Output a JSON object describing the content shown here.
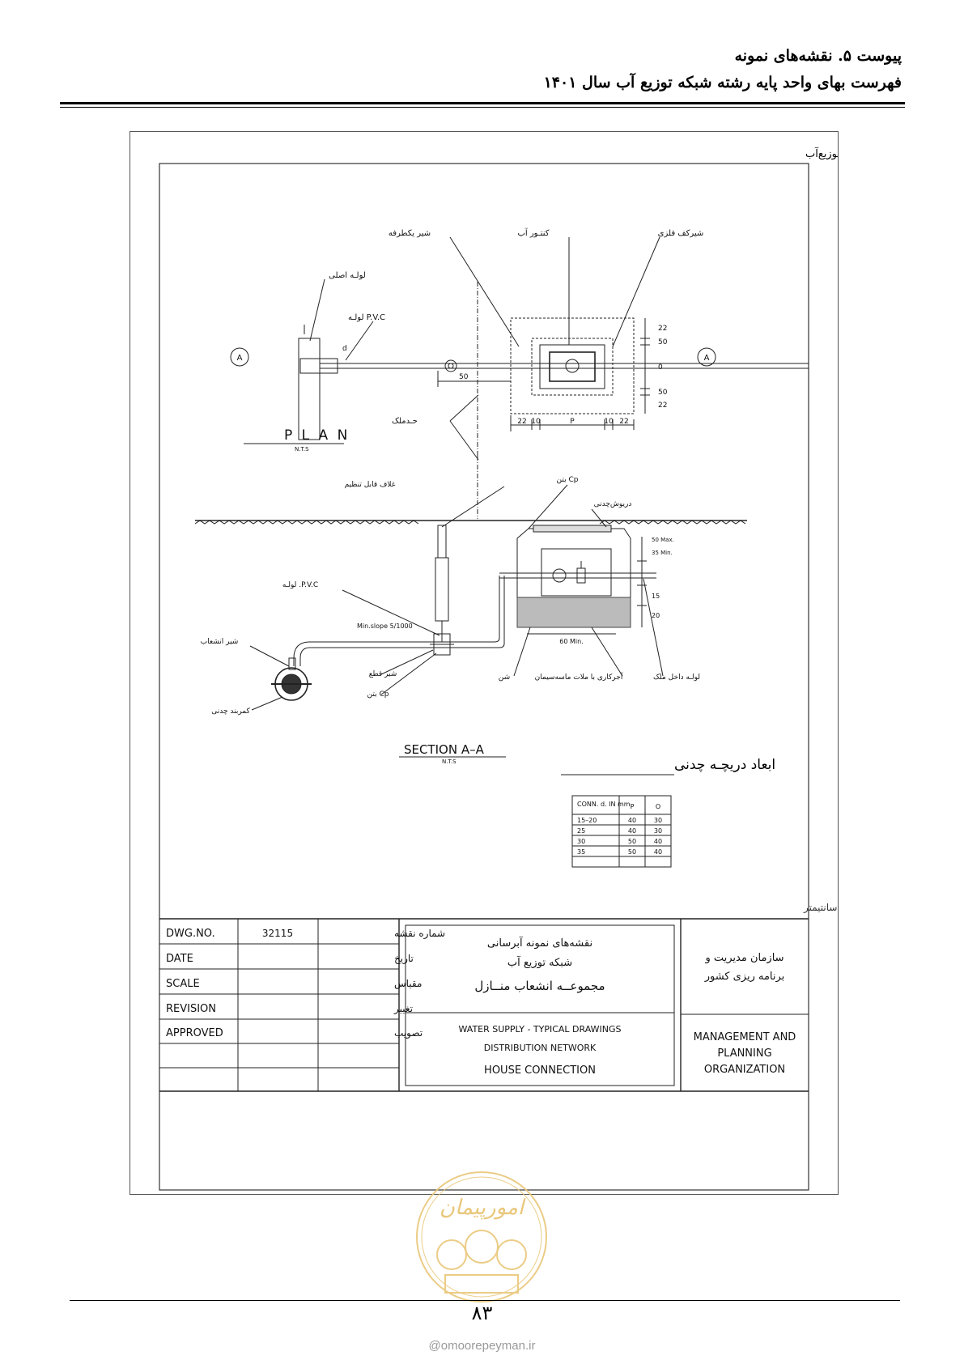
{
  "header": {
    "line1": "پیوست ۵. نقشه‌های نمونه",
    "line2": "فهرست بهای واحد پایه رشته شبکه توزیع آب سال ۱۴۰۱"
  },
  "drawing": {
    "sheet_title": "فهرست بهای واحد پایه رشته‌شبکه توزیع‌آب",
    "plan": {
      "title": "P L A N",
      "scale": "N.T.S",
      "labels": {
        "one_way_valve": "شیر یکطرفه",
        "water_meter": "کنتـور آب",
        "metal_floor_valve": "شیرکف فلزی",
        "main_pipe": "لولـه اصلی",
        "pvc_pipe": "لولـه P.V.C",
        "property_line": "حـدملک",
        "dim_50": "50",
        "dim_d": "d"
      },
      "dims_h": [
        "22",
        "10",
        "P",
        "10",
        "22"
      ],
      "dims_v": [
        "22",
        "50",
        "0",
        "50",
        "22"
      ],
      "section_marker": "A"
    },
    "section": {
      "title": "SECTION A–A",
      "scale": "N.T.S",
      "labels": {
        "adjustable_sleeve": "غلاف قابل تنظیم",
        "concrete_cp": "بتن Cp",
        "cast_iron_cover": "دریوش‌چدنی",
        "pvc_pipe": "لولـه .P.V.C",
        "min_slope": "Min.slope 5/1000",
        "tap_valve": "شیر انشعاب",
        "cutoff_valve": "شیر قطع",
        "concrete_cp2": "بتن Cp",
        "cast_iron_saddle": "کمربند چدنی",
        "gravel": "شن",
        "brickwork": "آجرکاری با ملات ماسه‌سیمان",
        "inside_pipe": "لولـه داخل ملک",
        "min_60": "60 Min.",
        "d35": "35 Min.",
        "d50": "50 Max.",
        "d15": "15",
        "d20": "20"
      }
    },
    "cover_table": {
      "title": "ابعاد دریچـه چدنی",
      "headers": [
        "CONN. d. IN mm.",
        "P",
        "O"
      ],
      "rows": [
        [
          "15–20",
          "40",
          "30"
        ],
        [
          "25",
          "40",
          "30"
        ],
        [
          "30",
          "50",
          "40"
        ],
        [
          "35",
          "50",
          "40"
        ]
      ]
    },
    "note": "کلیه اندازه های نقشه ها به سانتیمتر",
    "title_block": {
      "rows": [
        {
          "en": "DWG.NO.",
          "value": "32115",
          "fa": "شماره نقشه"
        },
        {
          "en": "DATE",
          "value": "",
          "fa": "تاریخ"
        },
        {
          "en": "SCALE",
          "value": "",
          "fa": "مقیاس"
        },
        {
          "en": "REVISION",
          "value": "",
          "fa": "تغییر"
        },
        {
          "en": "APPROVED",
          "value": "",
          "fa": "تصویب"
        }
      ],
      "fa_title_1": "نقشه‌های نمونه آبرسانی",
      "fa_title_2": "شبکه توزیع آب",
      "fa_title_3": "مجموعــه انشعاب منــازل",
      "en_title_1": "WATER SUPPLY - TYPICAL DRAWINGS",
      "en_title_2": "DISTRIBUTION NETWORK",
      "en_title_3": "HOUSE CONNECTION",
      "org_fa_1": "سازمان مدیریت و",
      "org_fa_2": "برنامه ریزی کشور",
      "org_en_1": "MANAGEMENT AND",
      "org_en_2": "PLANNING",
      "org_en_3": "ORGANIZATION"
    }
  },
  "footer": {
    "page_number": "۸۳",
    "url": "@omoorepeyman.ir",
    "watermark_text": "امورپیمان"
  },
  "colors": {
    "watermark": "#e9c77a",
    "line": "#222222"
  }
}
